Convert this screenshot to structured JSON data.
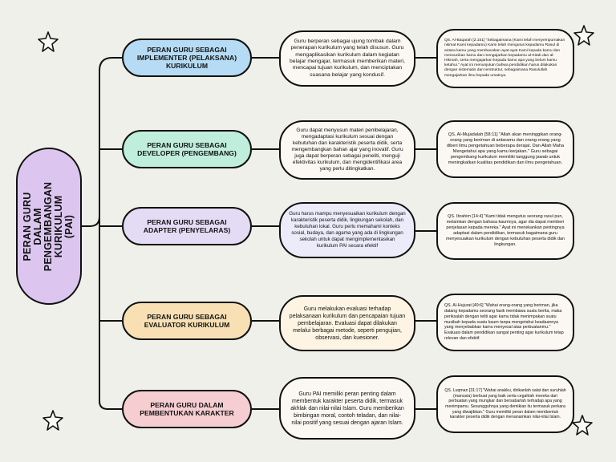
{
  "root": {
    "title": "PERAN GURU DALAM\nPENGEMBANGAN\nKURIKULUM\n(PAI)"
  },
  "branches": [
    {
      "role": "PERAN GURU SEBAGAI IMPLEMENTER (PELAKSANA) KURIKULUM",
      "description": "Guru berperan sebagai ujung tombak dalam penerapan kurikulum yang telah disusun. Guru mengaplikasikan kurikulum dalam kegiatan belajar mengajar, termasuk memberikan materi, mencapai tujuan kurikulum, dan menciptakan suasana belajar yang kondusif.",
      "verse": "QS. Al-Baqarah [2:151] \"Sebagaimana (Kami telah menyempurnakan nikmat Kami kepadamu) Kami telah mengutus kepadamu Rasul di antara kamu yang membacakan ayat-ayat Kami kepada kamu dan mensucikan kamu dan mengajarkan kepadamu al-Kitab dan al-Hikmah, serta mengajarkan kepada kamu apa yang belum kamu ketahui.\"  Ayat ini menunjukan bahwa pendidikan harus dilakukan dengan sistematis dan terstruktur, sebagaimana Rasulullah mengajarkan ilmu kepada umatnya."
    },
    {
      "role": "PERAN GURU SEBAGAI DEVELOPER (PENGEMBANG)",
      "description": "Guru dapat menyusun materi pembelajaran, mengadaptasi kurikulum sesuai dengan kebutuhan dan karakteristik peserta didik, serta mengembangkan bahan ajar yang inovatif. Guru juga dapat berperan sebagai peneliti, menguji efektivitas kurikulum, dan mengidentifikasi area yang perlu ditingkatkan.",
      "verse": "QS. Al-Mujadalah [58:11] \"Allah akan meninggikan orang-orang yang beriman di antaramu dan orang-orang yang diberi ilmu pengetahuan beberapa derajat. Dan Allah Maha Mengetahui apa yang kamu kerjakan.\" Guru sebagai pengembang kurikulum memiliki tanggung jawab untuk meningkatkan kualitas pendidikan dan ilmu pengetahuan."
    },
    {
      "role": "PERAN GURU SEBAGAI ADAPTER (PENYELARAS)",
      "description": "Guru harus mampu menyesuaikan kurikulum dengan karakteristik peserta didik, lingkungan sekolah, dan kebutuhan lokal. Guru perlu memahami konteks sosial, budaya, dan agama yang ada di lingkungan sekolah untuk dapat mengimplementasikan kurikulum PAI secara efektif",
      "verse": "QS. Ibrahim [14:4] \"Kami tidak mengutus seorang rasul pun, melainkan dengan bahasa kaumnya, agar dia dapat memberi penjelasan kepada mereka.\"  Ayat ini menekankan pentingnya adaptasi dalam pendidikan, termasuk bagaimana guru menyesuaikan kurikulum dengan kebutuhan peserta didik dan lingkungan."
    },
    {
      "role": "PERAN GURU SEBAGAI EVALUATOR KURIKULUM",
      "description": "Guru melakukan evaluasi terhadap pelaksanaan kurikulum dan pencapaian tujuan pembelajaran. Evaluasi dapat dilakukan melalui berbagai metode, seperti pengujian, observasi, dan kuesioner.",
      "verse": "QS. Al-Hujurat [49:6] \"Wahai orang-orang yang beriman, jika datang kepadamu seorang fasik membawa suatu berita, maka periksalah dengan teliti agar kamu tidak menimpakan suatu musibah kepada suatu kaum tanpa mengetahui keadaannya yang menyebabkan kamu menyesal atas perbuatanmu.\" Evaluasi dalam pendidikan sangat penting agar kurikulum tetap relevan dan efektif."
    },
    {
      "role": "PERAN GURU DALAM PEMBENTUKAN KARAKTER",
      "description": "Guru PAI memiliki peran penting dalam membentuk karakter peserta didik, termasuk akhlak dan nilai-nilai Islam. Guru memberikan bimbingan moral, contoh teladan, dan nilai-nilai positif yang sesuai dengan ajaran Islam.",
      "verse": "QS. Luqman [31:17] \"Wahai anakku, dirikanlah salat dan suruhlah (manusia) berbuat yang baik serta cegahlah mereka dari perbuatan yang mungkar dan bersabarlah terhadap apa yang menimpamu. Sesungguhnya yang demikian itu termasuk perkara yang diwajibkan.\"  Guru memiliki peran dalam membentuk karakter peserta didik dengan menanamkan nilai-nilai Islam."
    }
  ],
  "colors": {
    "background": "#f0f0ea",
    "root": "#dcc6f0",
    "branch_fills": [
      "#b5dcf4",
      "#bfeedd",
      "#e3dcf4",
      "#f8e0b4",
      "#f6cdd0"
    ],
    "desc_fills": [
      "#fbf8f4",
      "#fbf8f4",
      "#ecebfa",
      "#fdf4e3",
      "#fbf8f4"
    ]
  },
  "icons": [
    "star-icon",
    "star-icon",
    "star-icon",
    "star-icon"
  ]
}
